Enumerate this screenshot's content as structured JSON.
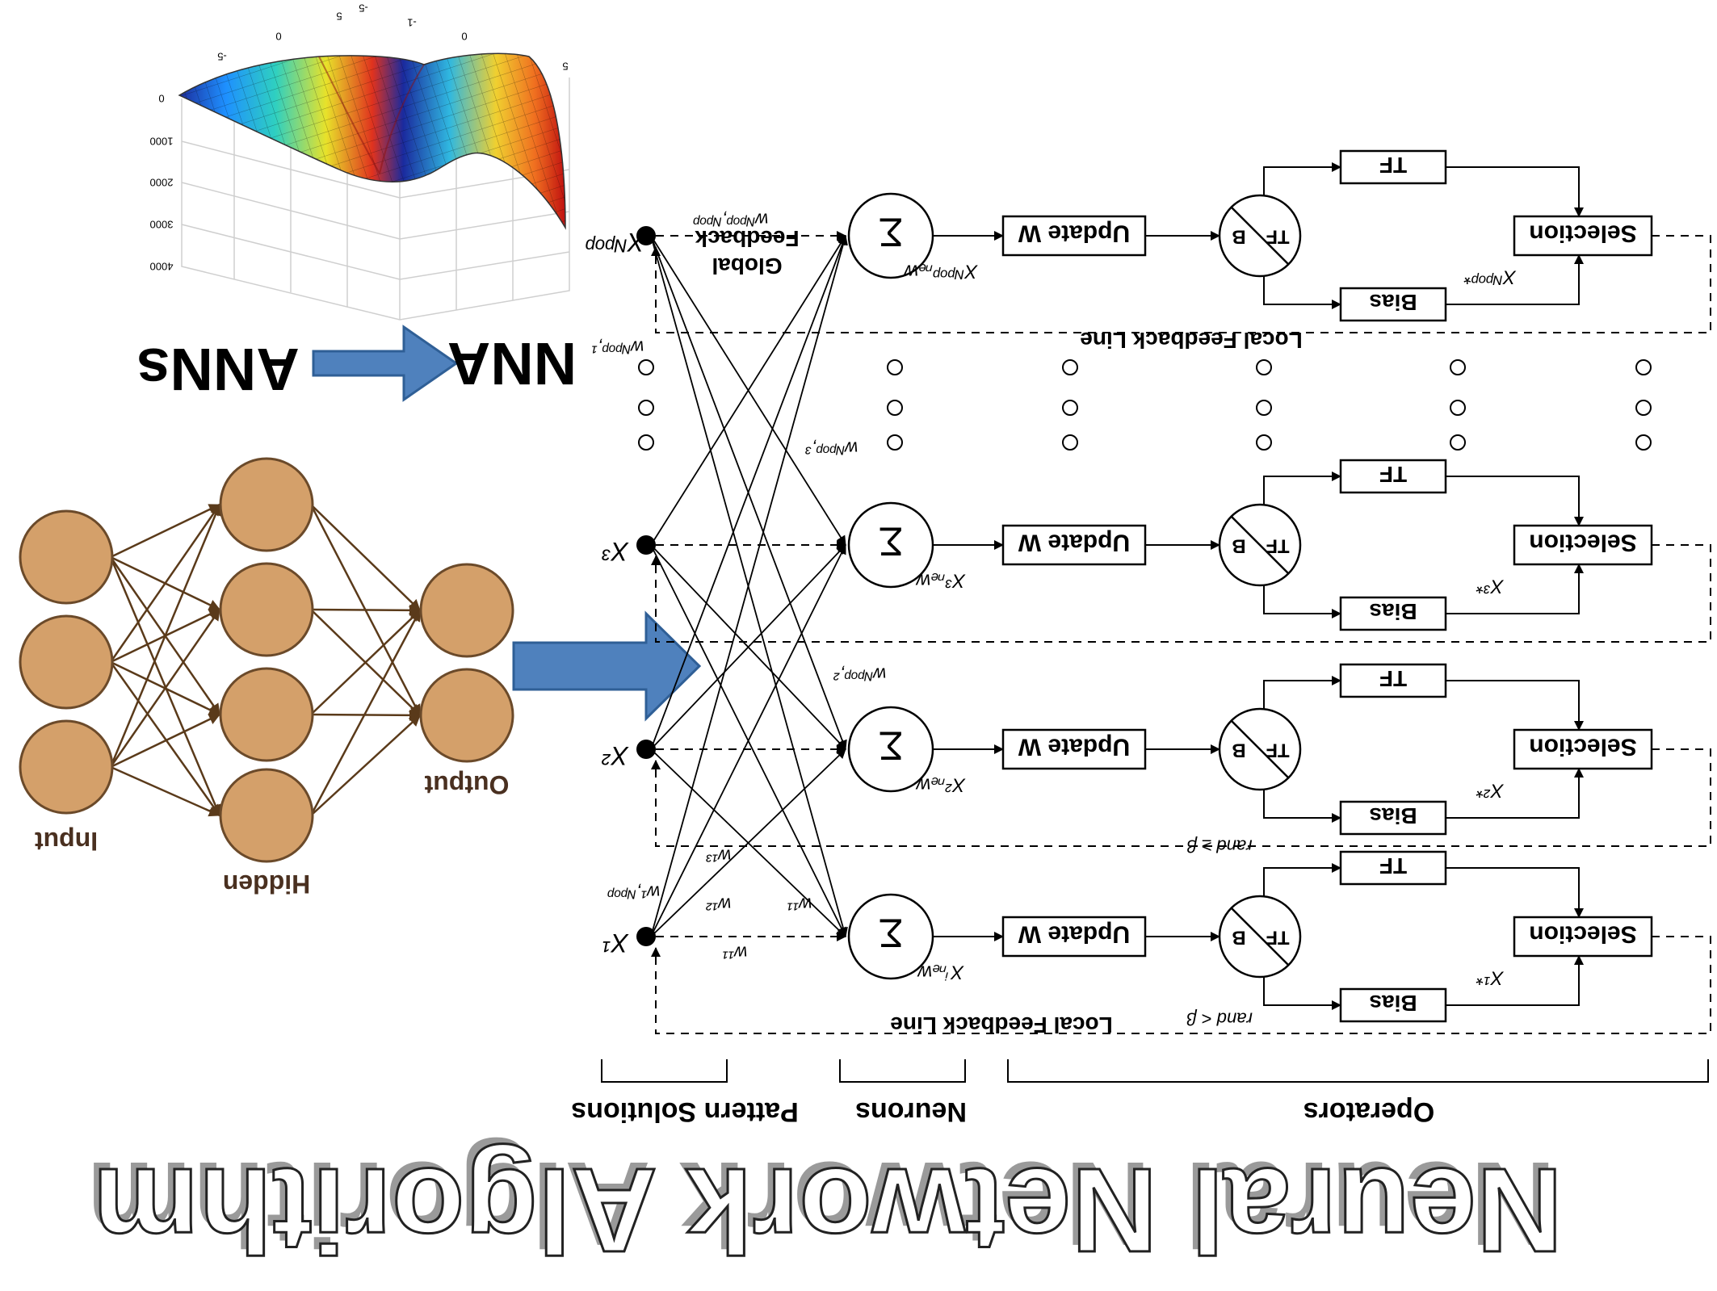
{
  "title": "Neural Network Algorithm",
  "arrow_from": "ANNs",
  "arrow_to": "NNA",
  "ann": {
    "input_label": "Input",
    "hidden_label": "Hidden",
    "output_label": "Output",
    "node_color": "#d4a06a"
  },
  "colors": {
    "arrow_fill": "#4f81bd",
    "arrow_stroke": "#2f5f96"
  },
  "patterns": [
    "X^1",
    "X^2",
    "X^3",
    "X^Npop"
  ],
  "pattern_display": [
    "X¹",
    "X²",
    "X³",
    "Xᴺᵖᵒᵖ"
  ],
  "neuron_symbol": "Σ",
  "x_new": [
    "Xⁱₙₑw",
    "X²ₙₑw",
    "X³ₙₑw",
    "Xᴺᵖᵒᵖₙₑw"
  ],
  "x_star": [
    "X¹*",
    "X²*",
    "X³*",
    "Xᴺᵖᵒᵖ*"
  ],
  "weights": {
    "w11_top": "w¹¹",
    "w11_bottom": "w¹¹",
    "w12": "w¹²",
    "w13": "w¹³",
    "w1npop": "w¹,ᴺᵖᵒᵖ",
    "wnpop2": "wᴺᵖᵒᵖ,²",
    "wnpop3": "wᴺᵖᵒᵖ,³",
    "wnpop1": "wᴺᵖᵒᵖ,¹",
    "wnpopnpop": "wᴺᵖᵒᵖ,ᴺᵖᵒᵖ"
  },
  "operators": {
    "update": "Update W",
    "tf": "TF",
    "b": "B",
    "bias": "Bias",
    "selection": "Selection",
    "rand_lt": "rand < β",
    "rand_ge": "rand ≥ β"
  },
  "feedback": {
    "local": "Local Feedback Line",
    "global_1": "Global",
    "global_2": "Feedback"
  },
  "brackets": {
    "pattern": "Pattern Solutions",
    "neurons": "Neurons",
    "operators": "Operators"
  },
  "surface_ticks": {
    "z": [
      "4000",
      "3000",
      "2000",
      "1000",
      "0"
    ],
    "x": [
      "-5",
      "0",
      "5"
    ],
    "y": [
      "-5",
      "-1",
      "0",
      "5"
    ]
  }
}
